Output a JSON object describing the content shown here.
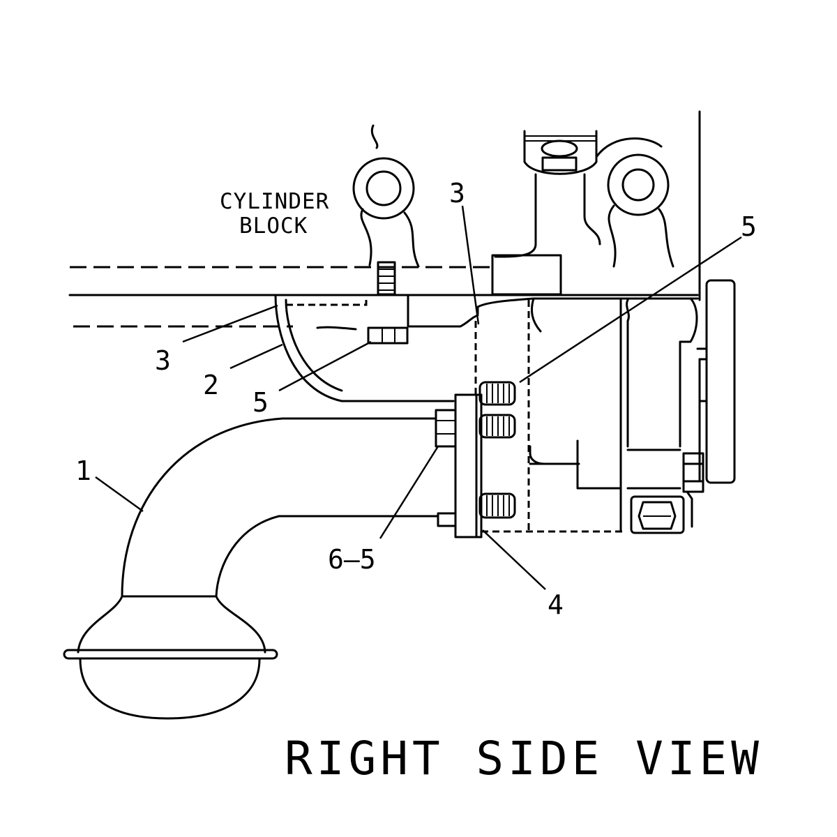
{
  "labels": {
    "cylinder_block_line1": "CYLINDER",
    "cylinder_block_line2": "BLOCK",
    "view_title": "RIGHT SIDE VIEW"
  },
  "callouts": {
    "c1": "1",
    "c2": "2",
    "c3_left": "3",
    "c3_top": "3",
    "c4": "4",
    "c5_left": "5",
    "c5_right": "5",
    "c6_5": "6–5"
  }
}
